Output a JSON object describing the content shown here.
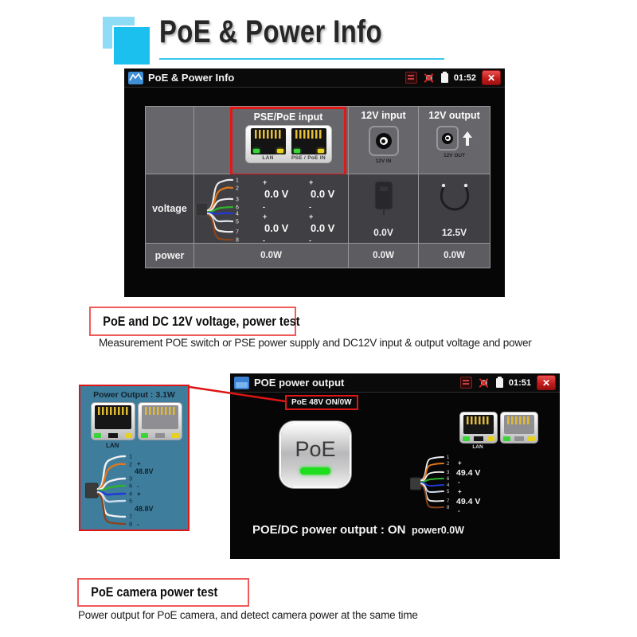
{
  "title": {
    "text": "PoE & Power Info"
  },
  "signs": {
    "plus": "+",
    "minus": "-"
  },
  "pins": [
    "1",
    "2",
    "3",
    "6",
    "4",
    "5",
    "7",
    "8"
  ],
  "screen1": {
    "titlebar": {
      "title": "PoE & Power Info",
      "time": "01:52",
      "close": "✕"
    },
    "headers": {
      "pse": "PSE/PoE input",
      "v12in": "12V input",
      "v12out": "12V output"
    },
    "labels": {
      "lan": "LAN",
      "poe_in": "PSE / PoE IN",
      "v12in": "12V IN",
      "v12out": "12V OUT",
      "voltage": "voltage",
      "power": "power"
    },
    "pse_voltages": [
      "0.0 V",
      "0.0 V",
      "0.0 V",
      "0.0 V"
    ],
    "v12in_voltage": "0.0V",
    "v12out_voltage": "12.5V",
    "power_values": {
      "pse": "0.0W",
      "v12in": "0.0W",
      "v12out": "0.0W"
    }
  },
  "caption1": {
    "title": "PoE and DC 12V voltage, power test",
    "text": "Measurement POE switch or PSE power supply and DC12V input & output voltage and power"
  },
  "panel": {
    "header": "Power Output : 3.1W",
    "lan": "LAN",
    "voltages": [
      "48.8V",
      "48.8V"
    ]
  },
  "screen2": {
    "titlebar": {
      "title": "POE power output",
      "time": "01:51",
      "close": "✕"
    },
    "badge": "PoE 48V ON/0W",
    "button": "PoE",
    "lan": "LAN",
    "voltages": [
      "49.4 V",
      "49.4 V"
    ],
    "status": "POE/DC power output : ON",
    "power": "power0.0W"
  },
  "caption2": {
    "title": "PoE camera power test",
    "text": "Power output for PoE camera, and detect camera power at the same time"
  }
}
